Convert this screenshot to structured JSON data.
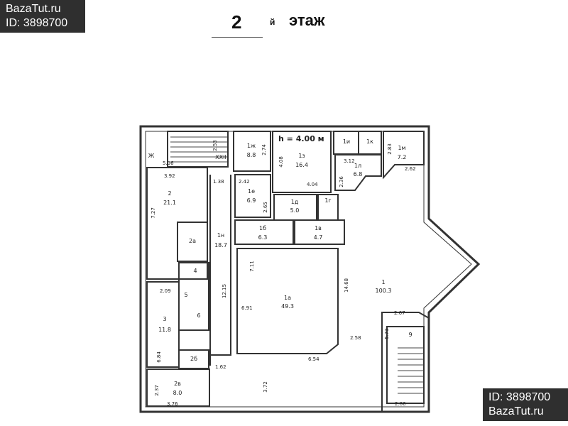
{
  "watermark_top_left": {
    "site": "BazaTut.ru",
    "id": "ID: 3898700"
  },
  "watermark_bottom_right": {
    "id": "ID: 3898700",
    "site": "BazaTut.ru"
  },
  "title": {
    "number": "2",
    "suffix": "й",
    "word": "этаж"
  },
  "height_label": "h = 4.00 м",
  "room_labels": {
    "r1": {
      "n": "1",
      "a": "100.3"
    },
    "r1a": {
      "n": "1а",
      "a": "49.3"
    },
    "r1b": {
      "n": "1б",
      "a": "6.3"
    },
    "r1v": {
      "n": "1в",
      "a": "4.7"
    },
    "r1g": {
      "n": "1г"
    },
    "r1d": {
      "n": "1д",
      "a": "5.0"
    },
    "r1e": {
      "n": "1е",
      "a": "6.9"
    },
    "r1zh": {
      "n": "1ж",
      "a": "8.8"
    },
    "r1z": {
      "n": "1з",
      "a": "16.4"
    },
    "r1i": {
      "n": "1и"
    },
    "r1k": {
      "n": "1к"
    },
    "r1l": {
      "n": "1л",
      "a": "6.8"
    },
    "r1m": {
      "n": "1м",
      "a": "7.2"
    },
    "r1n": {
      "n": "1н",
      "a": "18.7"
    },
    "r2": {
      "n": "2",
      "a": "21.1"
    },
    "r2a": {
      "n": "2а"
    },
    "r2b": {
      "n": "2б"
    },
    "r2v": {
      "n": "2в",
      "a": "8.0"
    },
    "r3": {
      "n": "3",
      "a": "11.8"
    },
    "r4": {
      "n": "4"
    },
    "r5": {
      "n": "5"
    },
    "r6": {
      "n": "6"
    },
    "r9": {
      "n": "9"
    },
    "stair": "XXII",
    "zh": "Ж"
  },
  "dims": [
    "5.36",
    "2.53",
    "2.74",
    "4.08",
    "3.12",
    "2.83",
    "2.62",
    "3.92",
    "2.42",
    "4.04",
    "2.36",
    "1.38",
    "2.65",
    "7.27",
    "7.11",
    "14.68",
    "12.15",
    "6.91",
    "2.09",
    "2.67",
    "5.73",
    "2.58",
    "6.84",
    "1.62",
    "6.54",
    "2.37",
    "3.72",
    "3.76",
    "2.86"
  ]
}
